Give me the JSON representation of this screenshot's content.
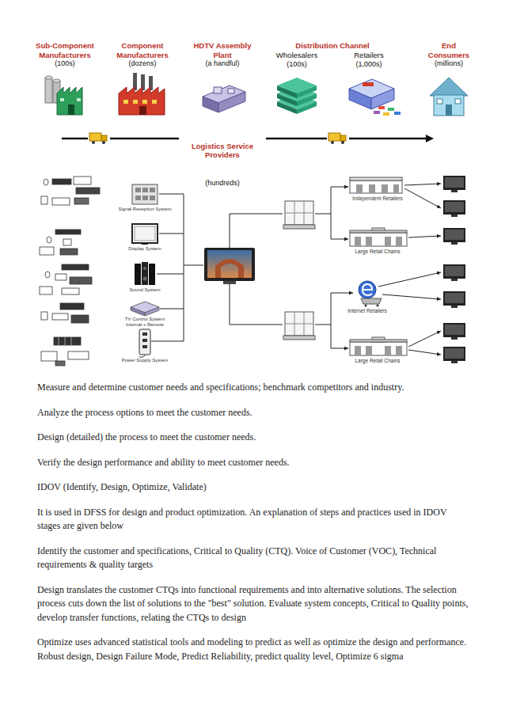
{
  "diagram": {
    "nodes": [
      {
        "text": [
          "Sub-Component Manufacturers",
          "(100s)"
        ]
      },
      {
        "text": [
          "Component Manufacturers",
          "(dozens)"
        ]
      },
      {
        "text": [
          "HDTV Assembly Plant",
          "(a handful)"
        ]
      },
      {
        "text": [
          "Wholesalers",
          "(100s)"
        ]
      },
      {
        "text": [
          "Retailers",
          "(1,000s)"
        ]
      },
      {
        "text": [
          "End Consumers",
          "(millions)"
        ]
      },
      {
        "text": [
          "Signal Reception System"
        ]
      },
      {
        "text": [
          "Display System"
        ]
      },
      {
        "text": [
          "Sound System"
        ]
      },
      {
        "text": [
          "TV Control System Internal + Remote"
        ]
      },
      {
        "text": [
          "Power Supply System"
        ]
      },
      {
        "text": [
          "Independent Retailers"
        ]
      },
      {
        "text": [
          "Large Retail Chains"
        ]
      },
      {
        "text": [
          "Internet Retailers"
        ]
      },
      {
        "text": [
          "Large Retail Chains"
        ]
      }
    ],
    "labels": [
      "Distribution Channel",
      "Logistics Service Providers",
      "(hundreds)",
      "Measure and determine customer needs and specifications; benchmark competitors and industry.",
      "Analyze the process options to meet the customer needs.",
      "Design (detailed) the process to meet the customer needs.",
      "Verify the design performance and ability to meet customer needs.",
      "IDOV (Identify, Design, Optimize, Validate)",
      "It is used in DFSS for design and product optimization. An explanation of steps and practices used in IDOV stages are given below",
      "Identify the customer and specifications, Critical to Quality (CTQ). Voice of Customer (VOC), Technical requirements & quality targets",
      "Design translates the customer CTQs into functional requirements and into alternative solutions. The selection process cuts down the list of solutions to the \"best\" solution. Evaluate system concepts, Critical to Quality points, develop transfer functions, relating the CTQs to design",
      "Optimize uses advanced statistical tools and modeling to predict as well as optimize the design and performance. Robust design, Design Failure Mode, Predict Reliability, predict quality level, Optimize 6 sigma"
    ]
  }
}
